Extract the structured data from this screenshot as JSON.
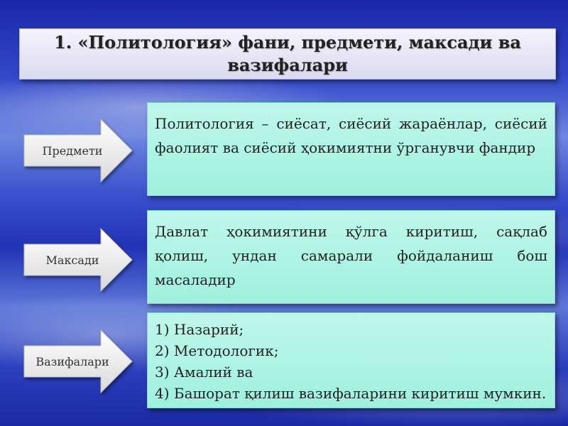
{
  "title": "1. «Политология» фани, предмети, максади ва вазифалари",
  "rows": [
    {
      "label": "Предмети",
      "text": "Политология – сиёсат, сиёсий жараёнлар, сиёсий фаолият ва сиёсий ҳокимиятни ўрганувчи фандир"
    },
    {
      "label": "Максади",
      "text": "Давлат ҳокимиятини қўлга киритиш, сақлаб қолиш, ундан самарали фойдаланиш бош масаладир"
    },
    {
      "label": "Вазифалари",
      "items": [
        "1) Назарий;",
        "2) Методологик;",
        "3) Амалий ва",
        "4) Башорат қилиш вазифаларини киритиш мумкин."
      ]
    }
  ],
  "colors": {
    "content_box": "#aef3e2",
    "arrow_fill": "#f2f2f2",
    "title_box": "#e8e7f6"
  }
}
